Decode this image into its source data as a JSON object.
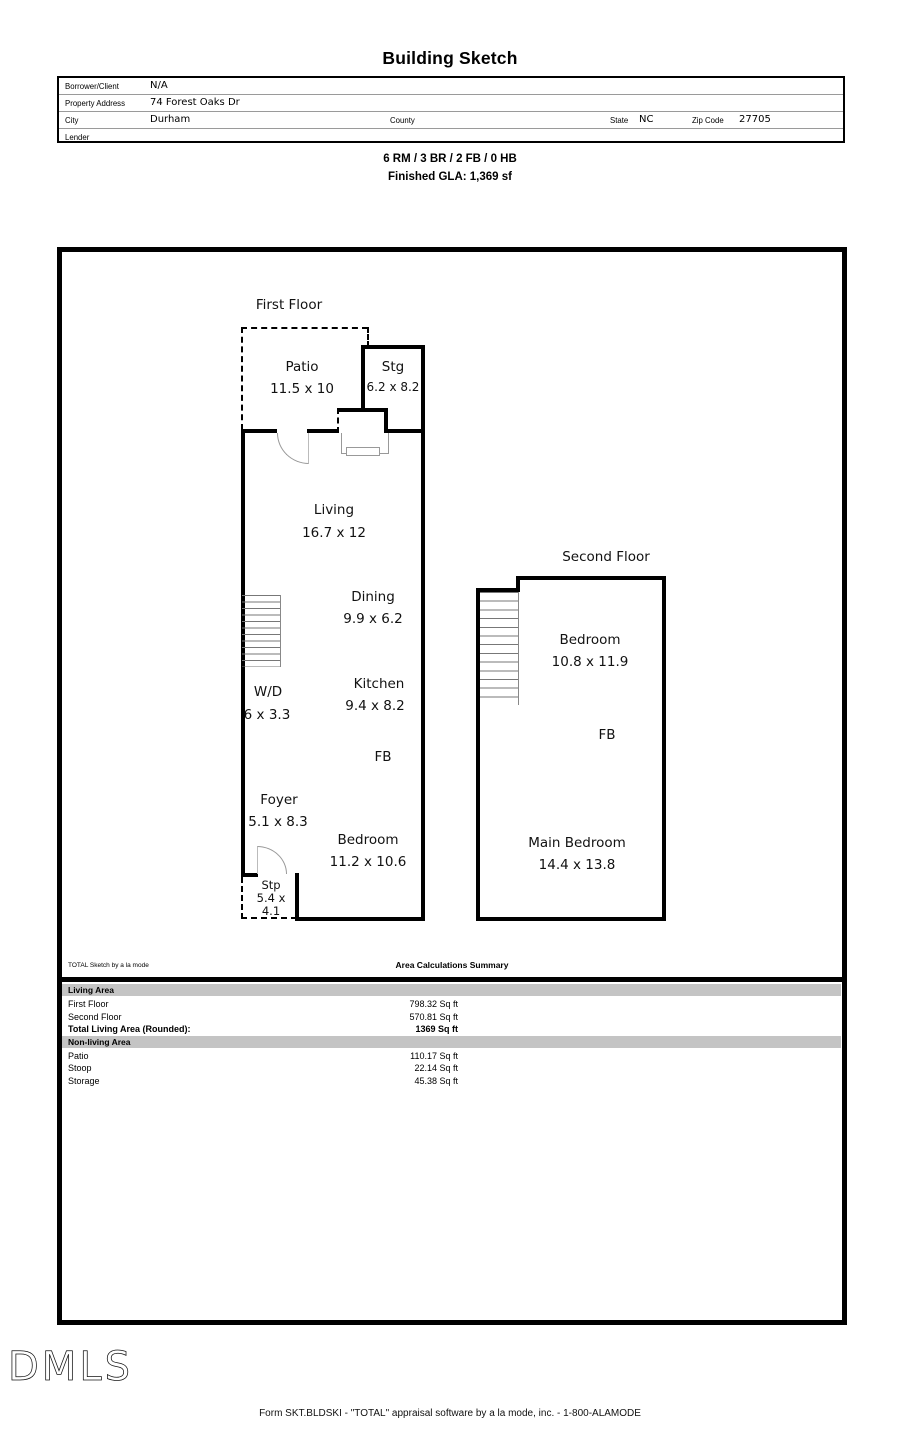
{
  "title": "Building Sketch",
  "header_table": {
    "borrower_label": "Borrower/Client",
    "borrower_value": "N/A",
    "address_label": "Property Address",
    "address_value": "74 Forest Oaks Dr",
    "city_label": "City",
    "city_value": "Durham",
    "county_label": "County",
    "county_value": "",
    "state_label": "State",
    "state_value": "NC",
    "zip_label": "Zip Code",
    "zip_value": "27705",
    "lender_label": "Lender",
    "lender_value": ""
  },
  "gla_summary": {
    "line1": "6 RM / 3 BR / 2 FB / 0 HB",
    "line2": "Finished GLA: 1,369 sf"
  },
  "sketch": {
    "first_floor": {
      "title": "First Floor",
      "patio": {
        "name": "Patio",
        "dims": "11.5 x 10"
      },
      "stg": {
        "name": "Stg",
        "dims": "6.2 x 8.2"
      },
      "living": {
        "name": "Living",
        "dims": "16.7 x 12"
      },
      "dining": {
        "name": "Dining",
        "dims": "9.9 x 6.2"
      },
      "kitchen": {
        "name": "Kitchen",
        "dims": "9.4 x 8.2"
      },
      "wd": {
        "name": "W/D",
        "dims": "6 x 3.3"
      },
      "fb": {
        "name": "FB"
      },
      "foyer": {
        "name": "Foyer",
        "dims": "5.1 x 8.3"
      },
      "bedroom": {
        "name": "Bedroom",
        "dims": "11.2 x 10.6"
      },
      "stp": {
        "name": "Stp",
        "dims_line1": "5.4 x",
        "dims_line2": "4.1"
      }
    },
    "second_floor": {
      "title": "Second Floor",
      "bedroom": {
        "name": "Bedroom",
        "dims": "10.8 x 11.9"
      },
      "fb": {
        "name": "FB"
      },
      "main_bedroom": {
        "name": "Main Bedroom",
        "dims": "14.4 x 13.8"
      }
    }
  },
  "area_summary": {
    "brand": "TOTAL Sketch by a la mode",
    "title": "Area Calculations Summary",
    "living_header": "Living Area",
    "nonliving_header": "Non-living Area",
    "rows": {
      "first_floor": {
        "label": "First Floor",
        "value": "798.32 Sq ft"
      },
      "second_floor": {
        "label": "Second Floor",
        "value": "570.81 Sq ft"
      },
      "total": {
        "label": "Total Living Area (Rounded):",
        "value": "1369 Sq ft"
      },
      "patio": {
        "label": "Patio",
        "value": "110.17 Sq ft"
      },
      "stoop": {
        "label": "Stoop",
        "value": "22.14 Sq ft"
      },
      "storage": {
        "label": "Storage",
        "value": "45.38 Sq ft"
      }
    }
  },
  "logo": "DMLS",
  "footer": "Form SKT.BLDSKI - \"TOTAL\" appraisal software by a la mode, inc. - 1-800-ALAMODE"
}
